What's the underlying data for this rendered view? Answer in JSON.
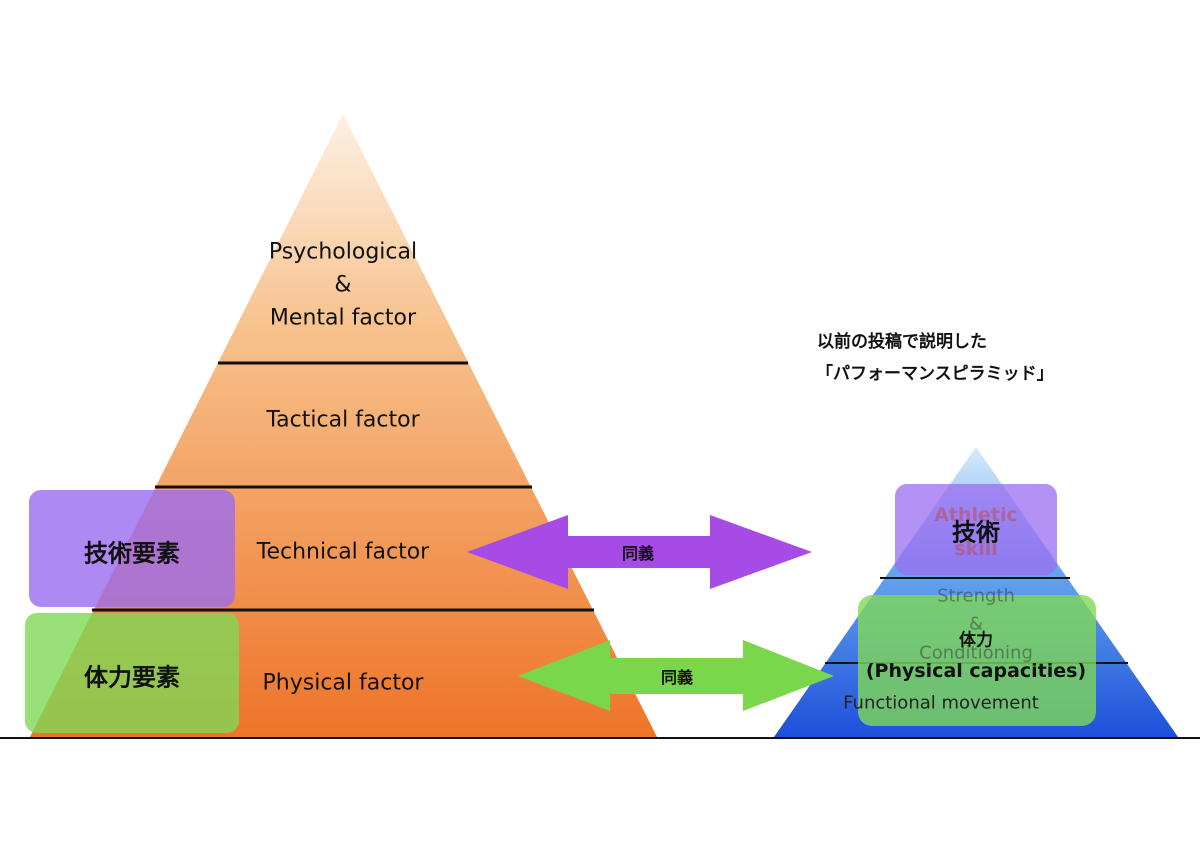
{
  "left_pyramid": {
    "top_label_line1": "Psychological",
    "top_label_line2": "&",
    "top_label_line3": "Mental factor",
    "tactical_label": "Tactical factor",
    "technical_label": "Technical factor",
    "physical_label": "Physical factor"
  },
  "left_boxes": {
    "technical_box_label": "技術要素",
    "physical_box_label": "体力要素"
  },
  "arrows": {
    "technical_arrow_label": "同義",
    "physical_arrow_label": "同義"
  },
  "note": {
    "line1": "以前の投稿で説明した",
    "line2": "「パフォーマンスピラミッド」"
  },
  "right_pyramid": {
    "athletic_line1": "Athletic",
    "athletic_line2": "skill",
    "strength_line1": "Strength",
    "strength_line2": "&",
    "strength_line3": "Conditioning",
    "functional_label": "Functional movement",
    "skill_box_label": "技術",
    "physical_box_line1": "体力",
    "physical_box_line2": "(Physical capacities)"
  },
  "colors": {
    "left_top": "#fbe6cf",
    "left_bottom": "#ee7a2a",
    "right_top": "#cfe6fb",
    "right_bottom": "#1f55e0",
    "purple_box": "#9b6cf0",
    "green_box": "#7fd858",
    "purple_arrow": "#a64be6",
    "green_arrow": "#7ad64a"
  }
}
